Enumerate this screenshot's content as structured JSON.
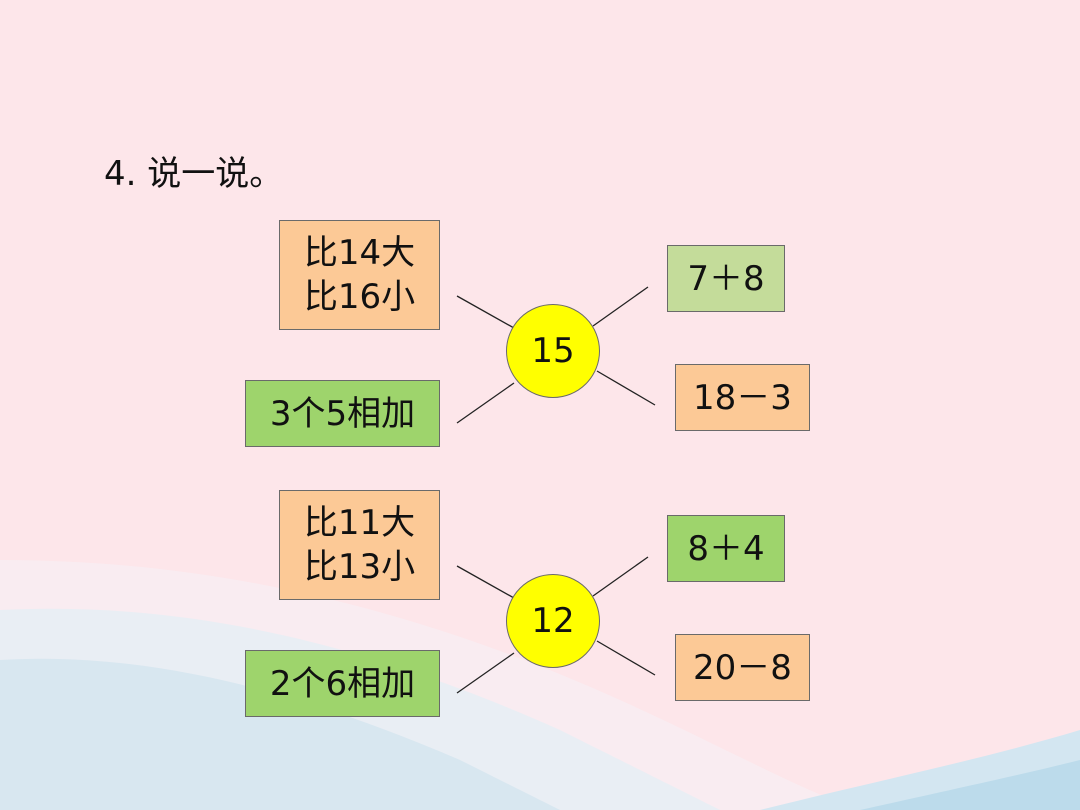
{
  "title": "4. 说一说。",
  "group1": {
    "center": "15",
    "top_left": [
      "比14大",
      "比16小"
    ],
    "bottom_left": "3个5相加",
    "top_right": "7＋8",
    "bottom_right": "18－3"
  },
  "group2": {
    "center": "12",
    "top_left": [
      "比11大",
      "比13小"
    ],
    "bottom_left": "2个6相加",
    "top_right": "8＋4",
    "bottom_right": "20－8"
  },
  "colors": {
    "background": "#fde6ea",
    "orange_box": "#fcc996",
    "green_box": "#9ed46c",
    "light_green_box": "#c4dc9a",
    "circle": "#ffff00"
  }
}
